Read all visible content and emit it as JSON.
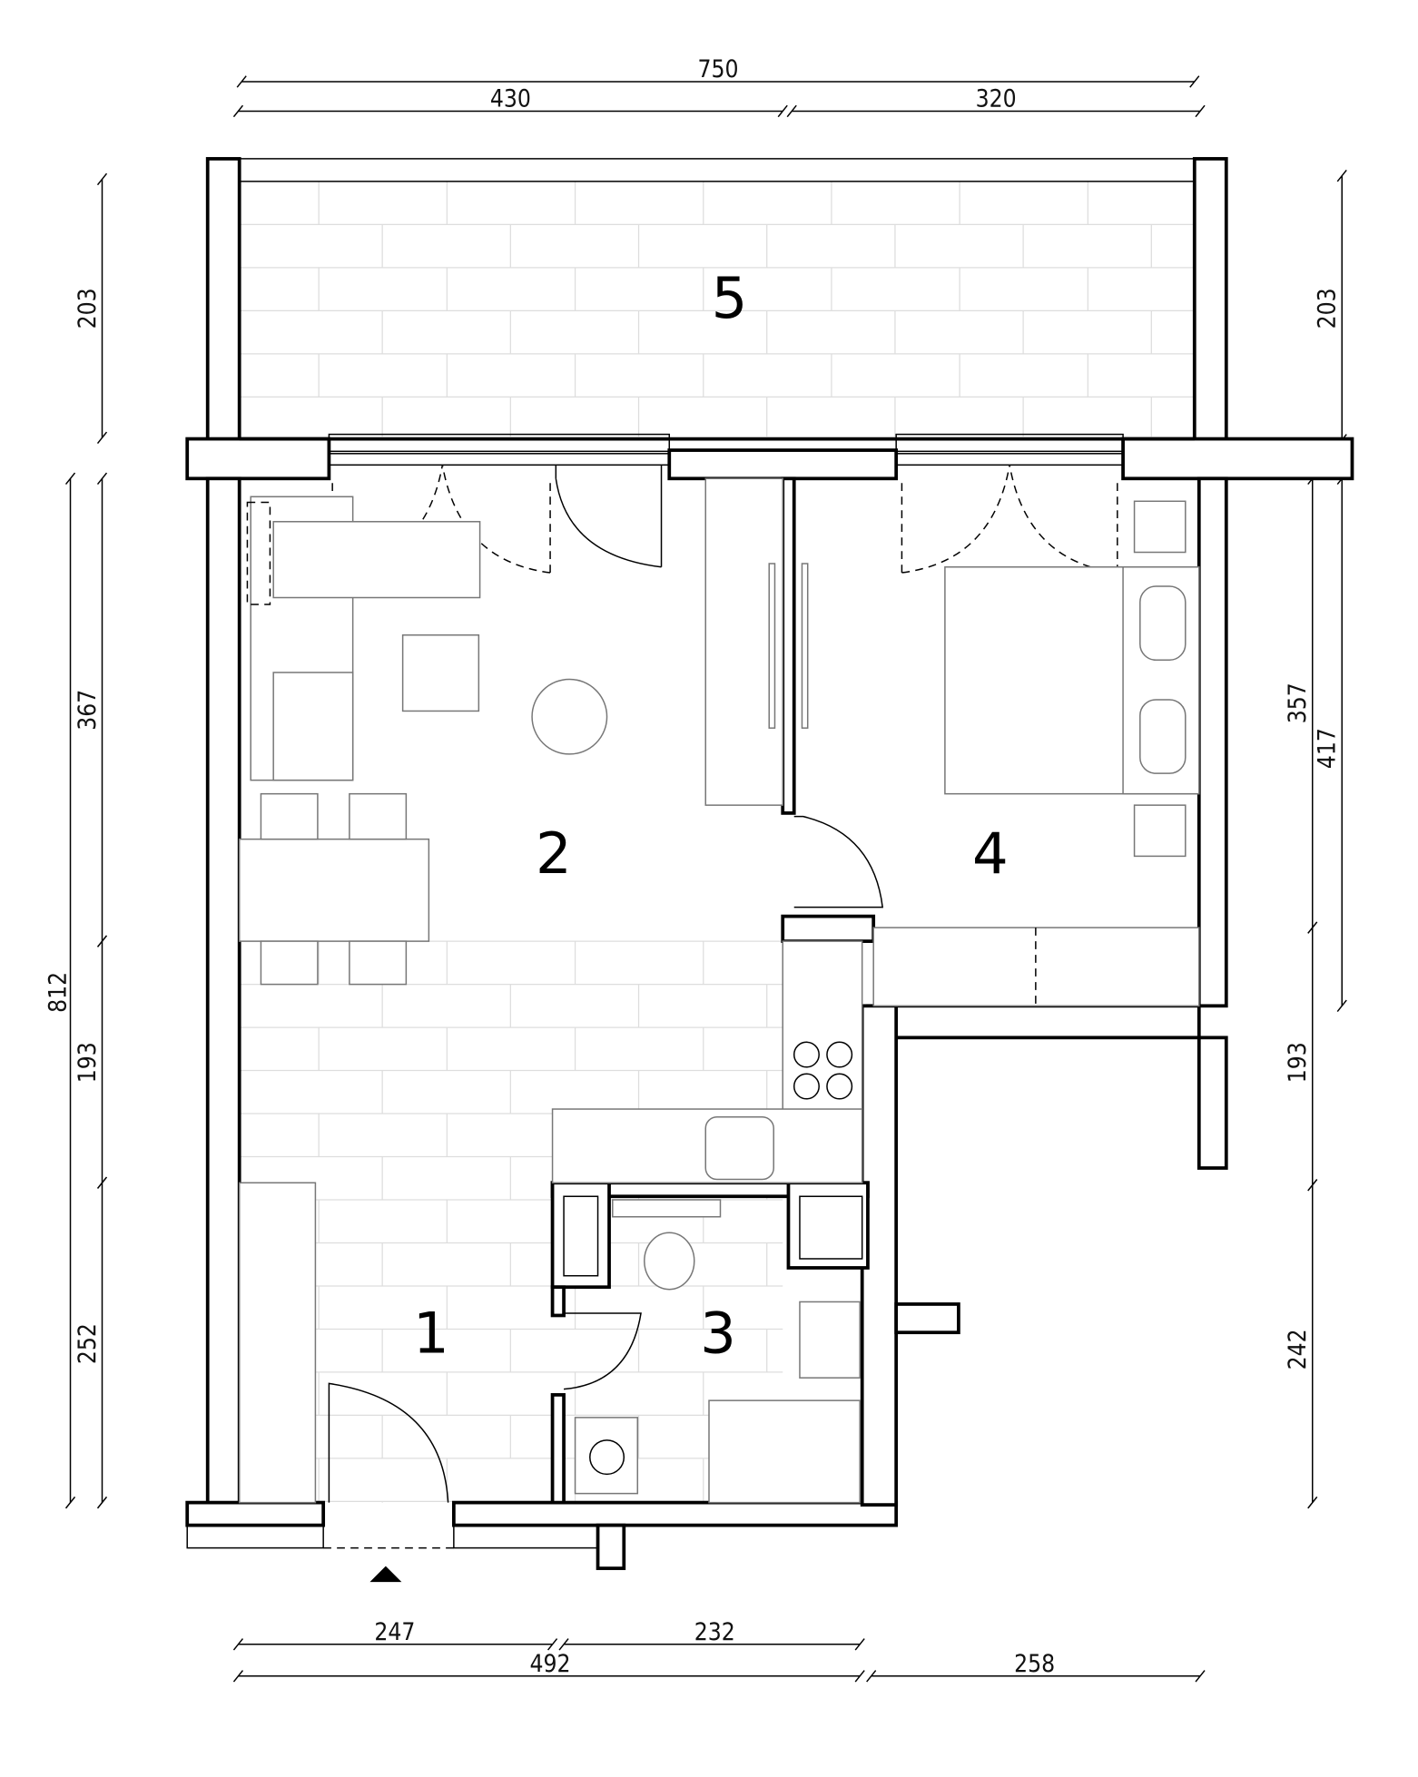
{
  "title": "Apartment floor plan",
  "rooms": {
    "hall": "1",
    "living": "2",
    "bathroom": "3",
    "bedroom": "4",
    "balcony": "5"
  },
  "dimensions": {
    "top": {
      "total": "750",
      "left": "430",
      "right": "320"
    },
    "left": {
      "balcony": "203",
      "total": "812",
      "living": "367",
      "kitchen": "193",
      "hall": "252"
    },
    "right": {
      "balcony": "203",
      "bedroom_inner": "357",
      "bedroom_outer": "417",
      "middle": "193",
      "lower": "242"
    },
    "bottom": {
      "hall": "247",
      "bath": "232",
      "total_left": "492",
      "right": "258"
    }
  },
  "icons": {
    "entrance": "entrance-arrow-icon"
  }
}
